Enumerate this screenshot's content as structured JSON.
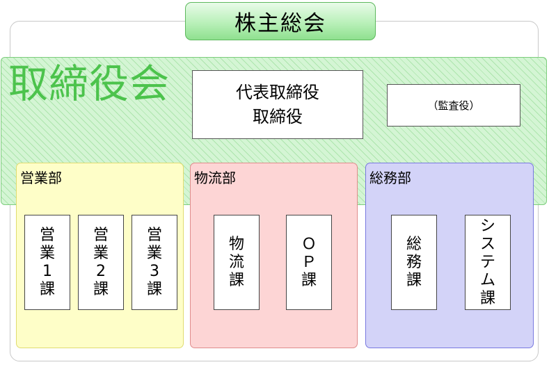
{
  "shareholders_meeting": "株主総会",
  "board": {
    "title": "取締役会",
    "executive_lines": [
      "代表取締役",
      "取締役"
    ],
    "auditor": "（監査役）"
  },
  "departments": [
    {
      "name": "営業部",
      "color": "#fefec8",
      "sections": [
        [
          "営",
          "業",
          "1",
          "課"
        ],
        [
          "営",
          "業",
          "2",
          "課"
        ],
        [
          "営",
          "業",
          "3",
          "課"
        ]
      ]
    },
    {
      "name": "物流部",
      "color": "#fdd5d5",
      "sections": [
        [
          "物",
          "流",
          "課"
        ],
        [
          "Ｏ",
          "Ｐ",
          "課"
        ]
      ]
    },
    {
      "name": "総務部",
      "color": "#d3d3f8",
      "sections": [
        [
          "総",
          "務",
          "課"
        ],
        [
          "シ",
          "ス",
          "テ",
          "ム",
          "課"
        ]
      ]
    }
  ]
}
